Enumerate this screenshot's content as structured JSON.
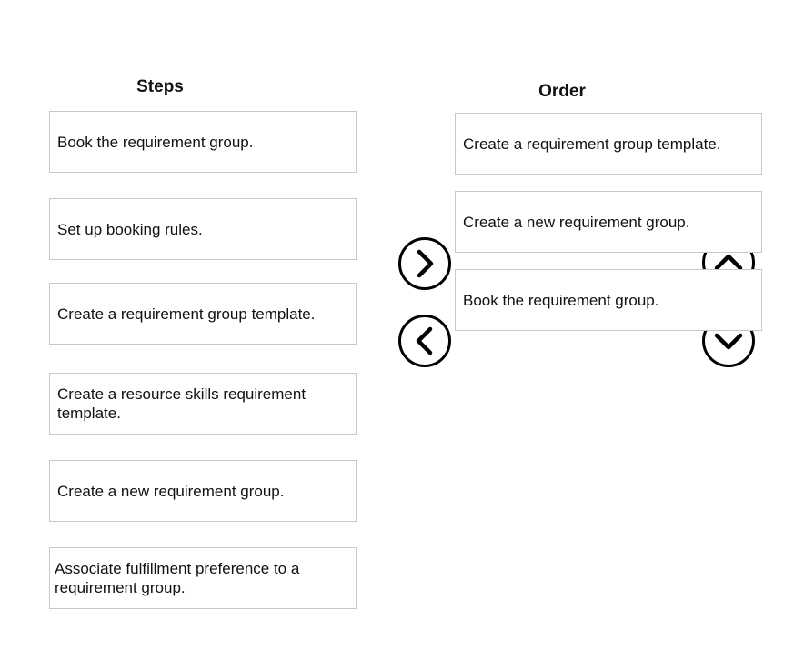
{
  "steps": {
    "heading": "Steps",
    "items": [
      {
        "label": "Book the requirement group."
      },
      {
        "label": "Set up booking rules."
      },
      {
        "label": "Create a requirement group template."
      },
      {
        "label": "Create a resource skills requirement template."
      },
      {
        "label": "Create a new requirement group."
      },
      {
        "label": "Associate fulfillment preference to a requirement group."
      }
    ]
  },
  "order": {
    "heading": "Order",
    "items": [
      {
        "label": "Create a requirement group template."
      },
      {
        "label": "Create a new requirement group."
      },
      {
        "label": "Book the requirement group."
      }
    ]
  },
  "controls": {
    "add_icon": "chevron-right-icon",
    "remove_icon": "chevron-left-icon",
    "move_up_icon": "chevron-up-icon",
    "move_down_icon": "chevron-down-icon"
  }
}
